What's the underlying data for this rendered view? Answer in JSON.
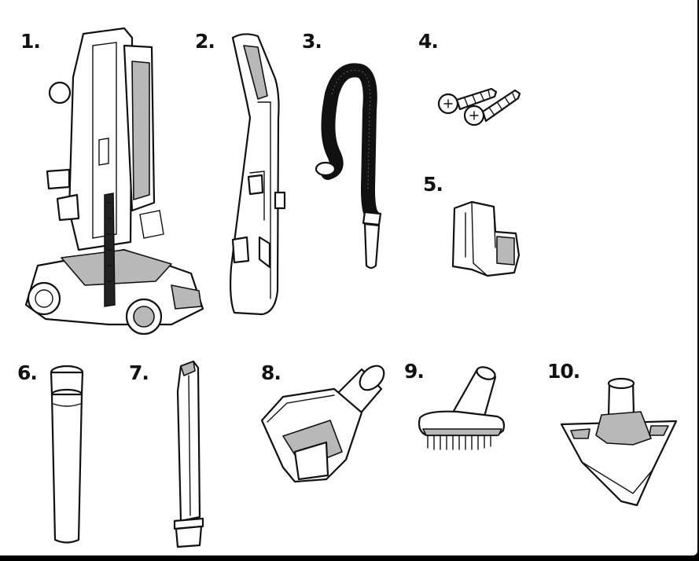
{
  "parts": [
    {
      "id": 1,
      "label": "1."
    },
    {
      "id": 2,
      "label": "2."
    },
    {
      "id": 3,
      "label": "3."
    },
    {
      "id": 4,
      "label": "4."
    },
    {
      "id": 5,
      "label": "5."
    },
    {
      "id": 6,
      "label": "6."
    },
    {
      "id": 7,
      "label": "7."
    },
    {
      "id": 8,
      "label": "8."
    },
    {
      "id": 9,
      "label": "9."
    },
    {
      "id": 10,
      "label": "10."
    }
  ],
  "colors": {
    "outline": "#111111",
    "shade": "#b8b8b8",
    "dark": "#222222",
    "background": "#ffffff"
  }
}
